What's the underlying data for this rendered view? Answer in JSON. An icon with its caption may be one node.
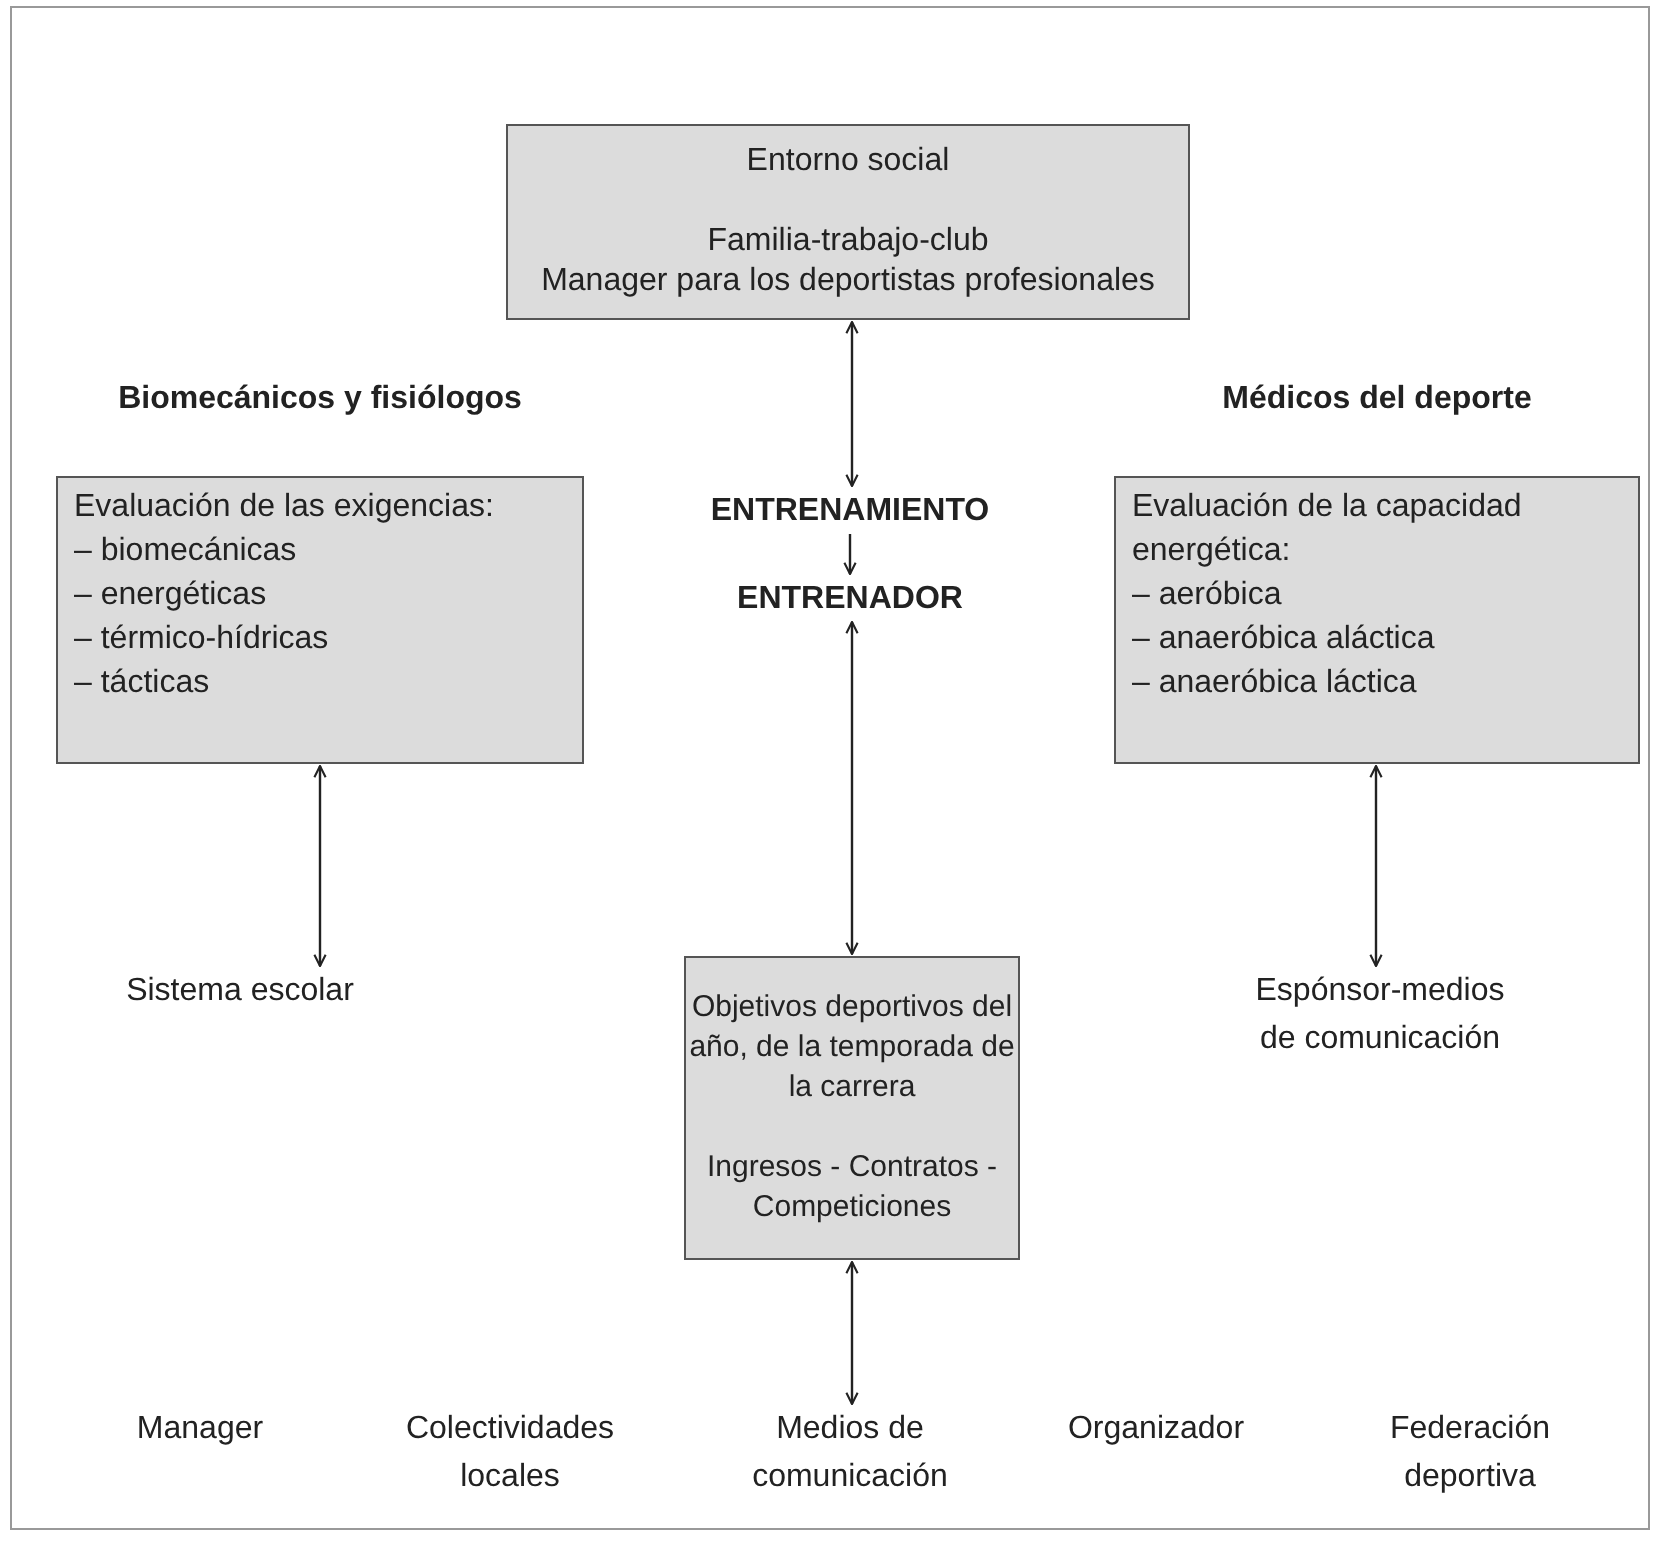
{
  "diagram": {
    "nodes": [
      {
        "text": [
          "Entorno social",
          "Familia-trabajo-club",
          "Manager para los deportistas profesionales"
        ]
      },
      {
        "text": [
          "Biomecánicos y fisiólogos",
          "Evaluación de las exigencias:",
          "– biomecánicas",
          "– energéticas",
          "– térmico-hídricas",
          "– tácticas"
        ]
      },
      {
        "text": [
          "Médicos del deporte",
          "Evaluación de la capacidad energética:",
          "– aeróbica",
          "– anaeróbica aláctica",
          "– anaeróbica láctica"
        ]
      },
      {
        "text": [
          "ENTRENAMIENTO"
        ]
      },
      {
        "text": [
          "ENTRENADOR"
        ]
      },
      {
        "text": [
          "Sistema escolar"
        ]
      },
      {
        "text": [
          "Objetivos deportivos del año, de la temporada de la carrera",
          "Ingresos - Contratos - Competiciones"
        ]
      },
      {
        "text": [
          "Espónsor-medios de comunicación"
        ]
      },
      {
        "text": [
          "Medios de comunicación"
        ]
      }
    ],
    "edges": [
      {
        "from": 0,
        "to": 3,
        "arrow": "both"
      },
      {
        "from": 3,
        "to": 4,
        "arrow": "to"
      },
      {
        "from": 1,
        "to": 5,
        "arrow": "both"
      },
      {
        "from": 4,
        "to": 6,
        "arrow": "both"
      },
      {
        "from": 2,
        "to": 7,
        "arrow": "both"
      },
      {
        "from": 6,
        "to": 8,
        "arrow": "both"
      }
    ],
    "labels": [
      "Manager",
      "Colectividades locales",
      "Organizador",
      "Federación deportiva"
    ]
  }
}
